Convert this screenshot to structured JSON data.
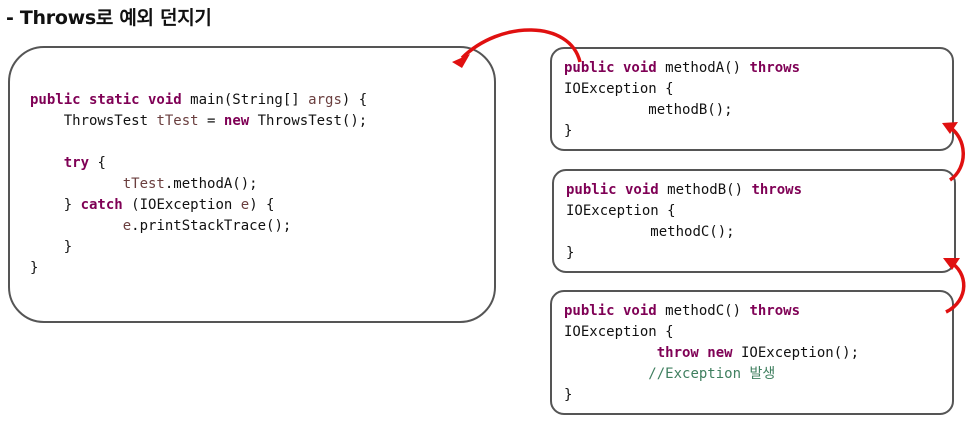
{
  "title": "- Throws로 예외 던지기",
  "main": {
    "l1_kw": "public static void",
    "l1_rest": " main(String[] ",
    "l1_arg": "args",
    "l1_end": ") {",
    "l2_a": "ThrowsTest ",
    "l2_var": "tTest",
    "l2_b": " = ",
    "l2_kw": "new",
    "l2_c": " ThrowsTest();",
    "l3_kw": "try",
    "l3_b": " {",
    "l4_var": "tTest",
    "l4_b": ".methodA();",
    "l5_a": "} ",
    "l5_kw": "catch",
    "l5_b": " (IOException ",
    "l5_var": "e",
    "l5_c": ") {",
    "l6_var": "e",
    "l6_b": ".printStackTrace();",
    "l7": "}",
    "l8": "}"
  },
  "methodA": {
    "kw1": "public void",
    "sig": " methodA() ",
    "kw2": "throws",
    "exc": "IOException {",
    "call": "methodB();",
    "close": "}"
  },
  "methodB": {
    "kw1": "public void",
    "sig": " methodB() ",
    "kw2": "throws",
    "exc": "IOException {",
    "call": "methodC();",
    "close": "}"
  },
  "methodC": {
    "kw1": "public void",
    "sig": " methodC() ",
    "kw2": "throws",
    "exc": "IOException {",
    "kw3": "throw new",
    "stmt": " IOException();",
    "comment": "//Exception 발생",
    "close": "}"
  },
  "colors": {
    "keyword": "#7f0055",
    "variable": "#6a3e3e",
    "comment": "#3f7f5f",
    "arrow": "#e01010",
    "border": "#555555"
  }
}
